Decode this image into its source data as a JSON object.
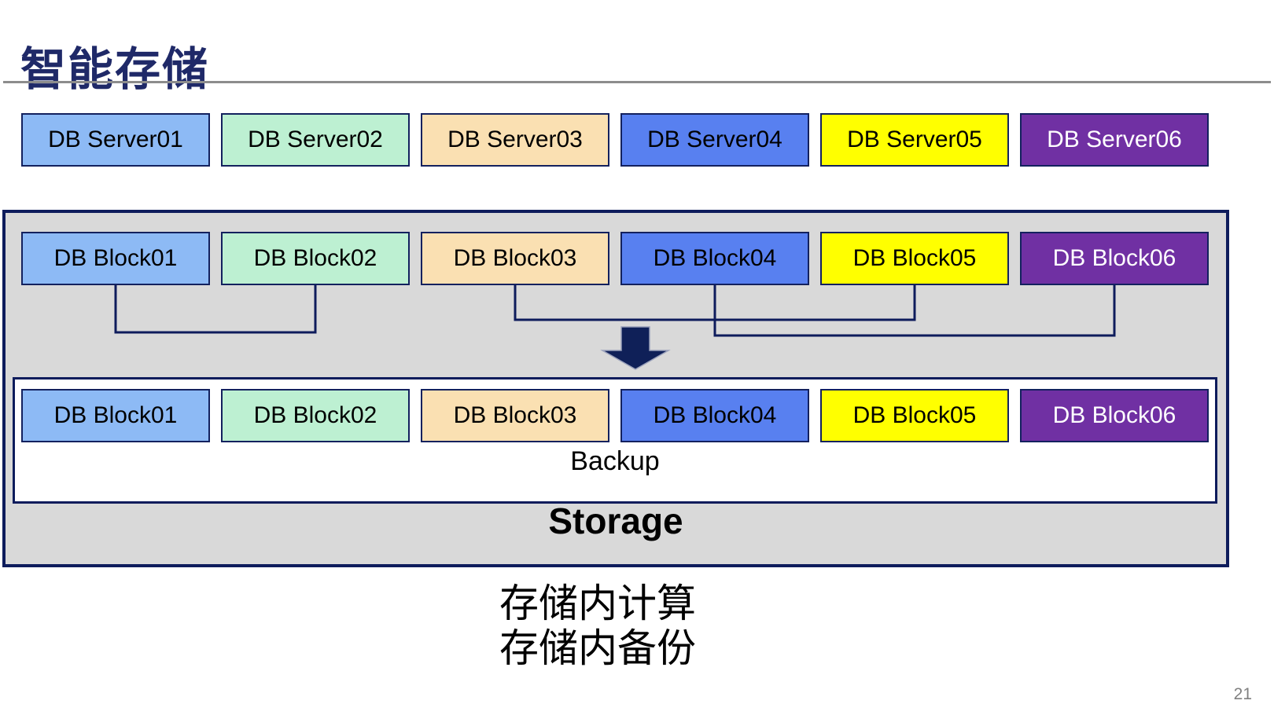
{
  "title": "智能存储",
  "page_number": "21",
  "labels": {
    "backup": "Backup",
    "storage": "Storage"
  },
  "captions": [
    "存储内计算",
    "存储内备份"
  ],
  "rows": {
    "servers": [
      "DB Server01",
      "DB Server02",
      "DB Server03",
      "DB Server04",
      "DB Server05",
      "DB Server06"
    ],
    "blocks_top": [
      "DB Block01",
      "DB Block02",
      "DB Block03",
      "DB Block04",
      "DB Block05",
      "DB Block06"
    ],
    "blocks_bottom": [
      "DB Block01",
      "DB Block02",
      "DB Block03",
      "DB Block04",
      "DB Block05",
      "DB Block06"
    ]
  },
  "palette": {
    "title_text": "#1F2968",
    "divider": "#8C8C8C",
    "box_border": "#13215E",
    "line": "#0E1C5C",
    "arrow_fill": "#0F2058",
    "container_bg": "#D9D9D9",
    "box1": "#8DBAF5",
    "box2": "#BDF0D2",
    "box3": "#FAE0B2",
    "box4": "#5880F0",
    "box5": "#FFFF00",
    "box6": "#7030A3",
    "light_text": "#FFFFFF",
    "dark_text": "#000000",
    "page_number_text": "#808080"
  }
}
